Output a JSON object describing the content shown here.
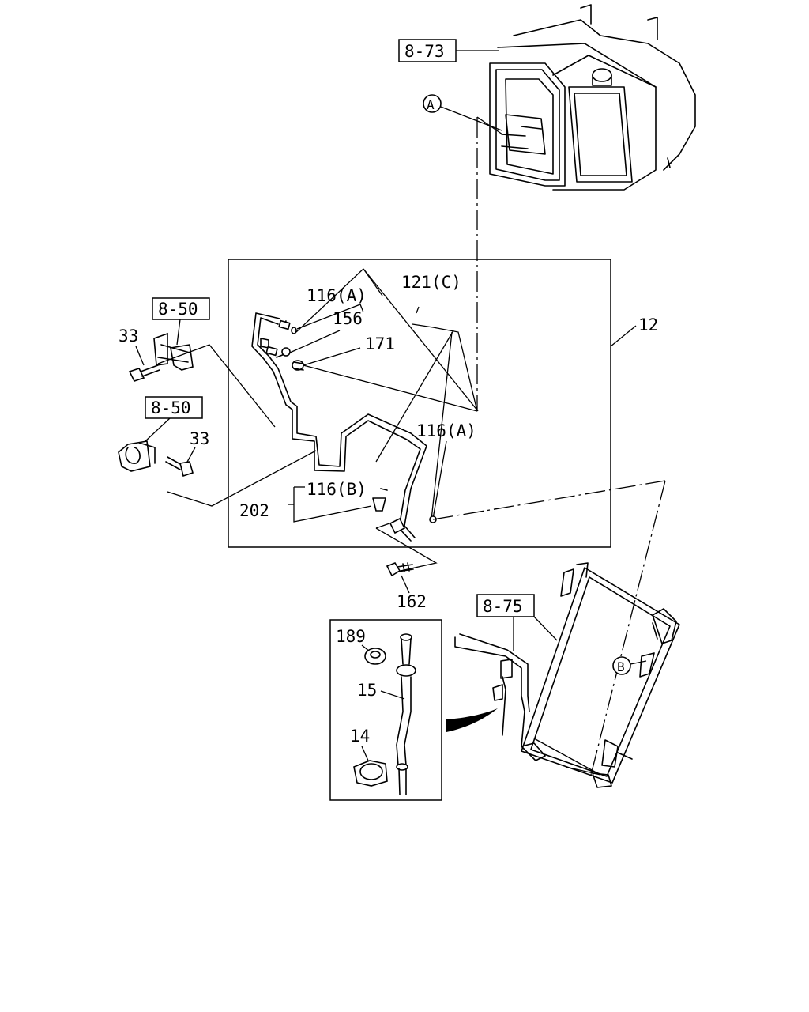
{
  "refs": {
    "ref_873": "8-73",
    "ref_850_top": "8-50",
    "ref_850_bottom": "8-50",
    "ref_875": "8-75"
  },
  "markers": {
    "a": "A",
    "b": "B"
  },
  "parts": {
    "p116a_top": "116(A)",
    "p121c": "121(C)",
    "p156": "156",
    "p171": "171",
    "p12": "12",
    "p33_top": "33",
    "p33_bottom": "33",
    "p116a_mid": "116(A)",
    "p116b": "116(B)",
    "p202": "202",
    "p162": "162",
    "p189": "189",
    "p15": "15",
    "p14": "14"
  }
}
